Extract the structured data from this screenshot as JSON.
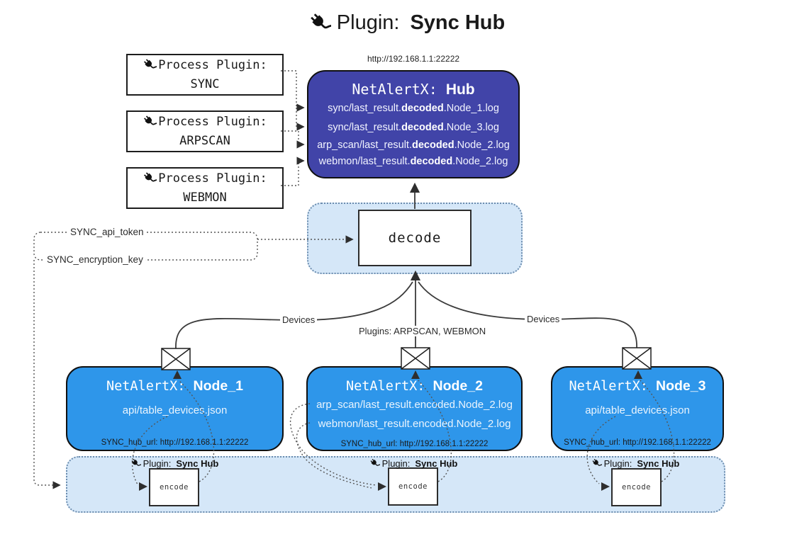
{
  "title": {
    "label": "Plugin:",
    "name": "Sync Hub"
  },
  "hub": {
    "url": "http://192.168.1.1:22222",
    "name_prefix": "NetAlertX:",
    "name": "Hub",
    "logs": [
      {
        "pre": "sync/last_result.",
        "mid": "decoded",
        "post": ".Node_1.log"
      },
      {
        "pre": "sync/last_result.",
        "mid": "decoded",
        "post": ".Node_3.log"
      },
      {
        "pre": "arp_scan/last_result.",
        "mid": "decoded",
        "post": ".Node_2.log"
      },
      {
        "pre": "webmon/last_result.",
        "mid": "decoded",
        "post": ".Node_2.log"
      }
    ]
  },
  "process_plugins": [
    {
      "label": "Process Plugin:",
      "name": "SYNC"
    },
    {
      "label": "Process Plugin:",
      "name": "ARPSCAN"
    },
    {
      "label": "Process Plugin:",
      "name": "WEBMON"
    }
  ],
  "settings": {
    "api_token": "SYNC_api_token",
    "encryption_key": "SYNC_encryption_key"
  },
  "decode_label": "decode",
  "encode_label": "encode",
  "edge_labels": {
    "left": "Devices",
    "center": "Plugins: ARPSCAN, WEBMON",
    "right": "Devices"
  },
  "sync_plugin_label": {
    "label": "Plugin:",
    "name": "Sync Hub"
  },
  "nodes": [
    {
      "name_prefix": "NetAlertX:",
      "name": "Node_1",
      "lines": [
        "api/table_devices.json"
      ],
      "hub_url": "SYNC_hub_url: http://192.168.1.1:22222"
    },
    {
      "name_prefix": "NetAlertX:",
      "name": "Node_2",
      "lines": [
        "arp_scan/last_result.encoded.Node_2.log",
        "webmon/last_result.encoded.Node_2.log"
      ],
      "hub_url": "SYNC_hub_url: http://192.168.1.1:22222"
    },
    {
      "name_prefix": "NetAlertX:",
      "name": "Node_3",
      "lines": [
        "api/table_devices.json"
      ],
      "hub_url": "SYNC_hub_url: http://192.168.1.1:22222"
    }
  ],
  "colors": {
    "hub_fill": "#4144A8",
    "node_fill": "#2E96EA",
    "band_fill": "#D5E7F8",
    "band_border": "#6b8cae",
    "line": "#3b3b3b"
  }
}
